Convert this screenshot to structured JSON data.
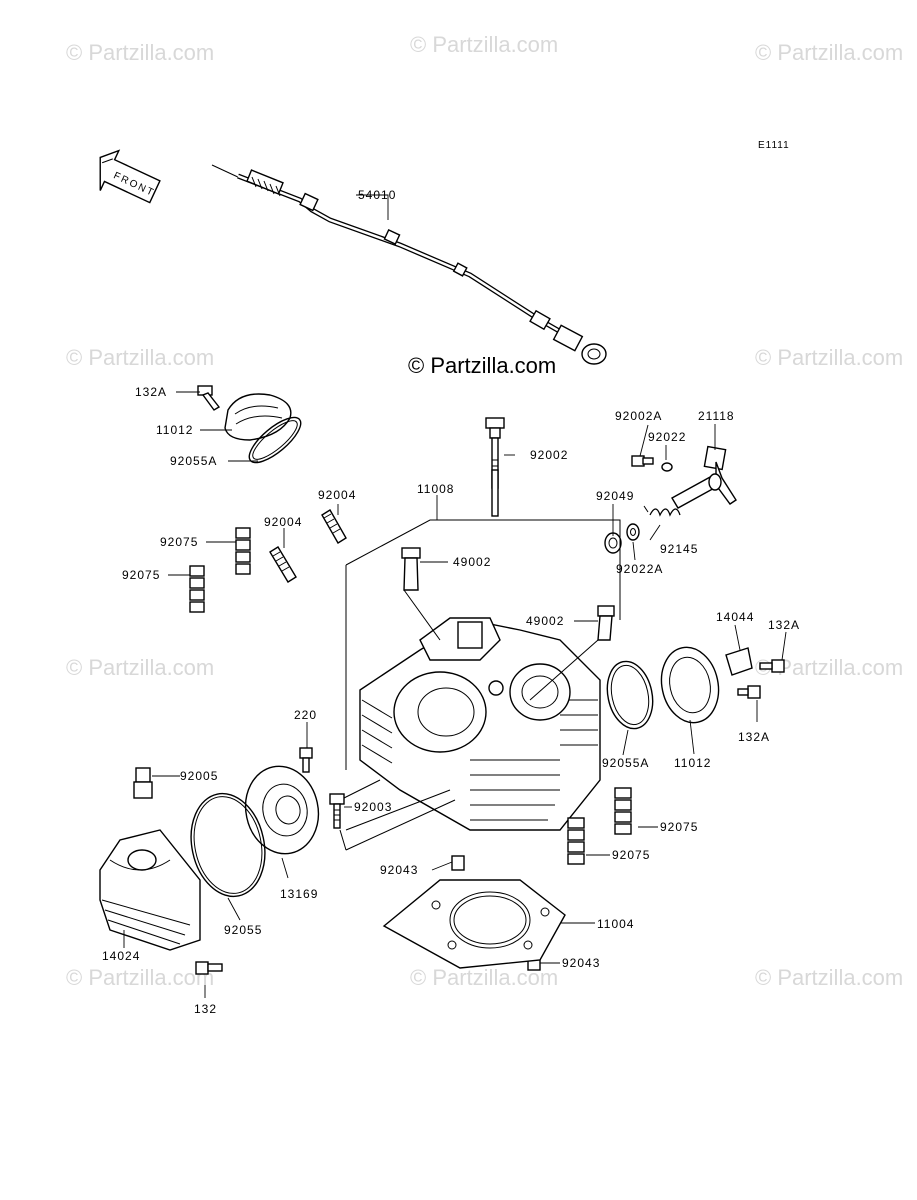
{
  "diagram_code": "E1111",
  "front_label": "FRONT",
  "watermark": {
    "faint_text": "© Partzilla.com",
    "main_text": "© Partzilla.com"
  },
  "part_labels": {
    "p54010": "54010",
    "p132A_top": "132A",
    "p11012_top": "11012",
    "p92055A_top": "92055A",
    "p92002A": "92002A",
    "p21118": "21118",
    "p92022": "92022",
    "p92002": "92002",
    "p92004_a": "92004",
    "p11008": "11008",
    "p92049": "92049",
    "p92004_b": "92004",
    "p92075_a": "92075",
    "p92145": "92145",
    "p92075_b": "92075",
    "p49002_a": "49002",
    "p92022A": "92022A",
    "p49002_b": "49002",
    "p14044": "14044",
    "p132A_r1": "132A",
    "p132A_r2": "132A",
    "p220": "220",
    "p92055A_r": "92055A",
    "p11012_r": "11012",
    "p92005": "92005",
    "p92003": "92003",
    "p92075_c": "92075",
    "p92075_d": "92075",
    "p92043_a": "92043",
    "p13169": "13169",
    "p11004": "11004",
    "p92055": "92055",
    "p14024": "14024",
    "p92043_b": "92043",
    "p132": "132"
  }
}
